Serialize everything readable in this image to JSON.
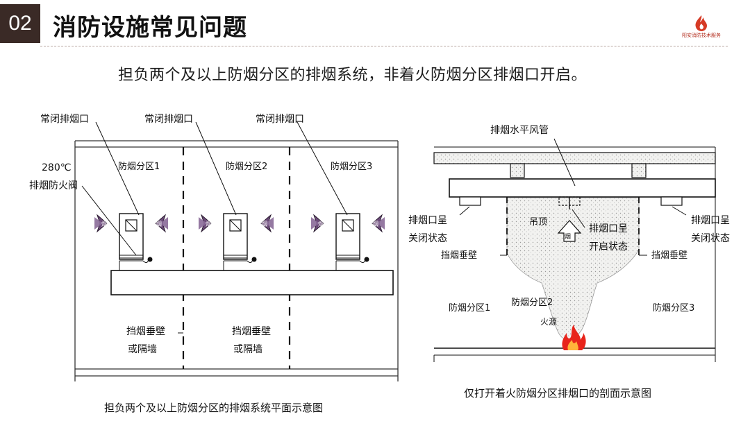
{
  "header": {
    "number": "02",
    "title": "消防设施常见问题",
    "logo_text": "阳安消防技术服务"
  },
  "subtitle": "担负两个及以上防烟分区的排烟系统，非着火防烟分区排烟口开启。",
  "smoke_glyph": "烟",
  "left_diagram": {
    "callouts": {
      "outlet_normally_closed": "常闭排烟口",
      "fire_damper_line1": "280℃",
      "fire_damper_line2": "排烟防火阀",
      "barrier_line1": "挡烟垂壁",
      "barrier_line2": "或隔墙"
    },
    "zones": [
      "防烟分区1",
      "防烟分区2",
      "防烟分区3"
    ],
    "caption": "担负两个及以上防烟分区的排烟系统平面示意图"
  },
  "right_diagram": {
    "duct_label": "排烟水平风管",
    "outlet_closed_line1": "排烟口呈",
    "outlet_closed_line2": "关闭状态",
    "outlet_open_line1": "排烟口呈",
    "outlet_open_line2": "开启状态",
    "ceiling": "吊顶",
    "barrier": "挡烟垂壁",
    "zones": [
      "防烟分区1",
      "防烟分区2",
      "防烟分区3"
    ],
    "fire_source": "火源",
    "caption": "仅打开着火防烟分区排烟口的剖面示意图"
  },
  "colors": {
    "header_block": "#3a2a26",
    "smoke_arrow": "#6b4a78",
    "fire": "#e8241b",
    "logo": "#b22b1b"
  }
}
